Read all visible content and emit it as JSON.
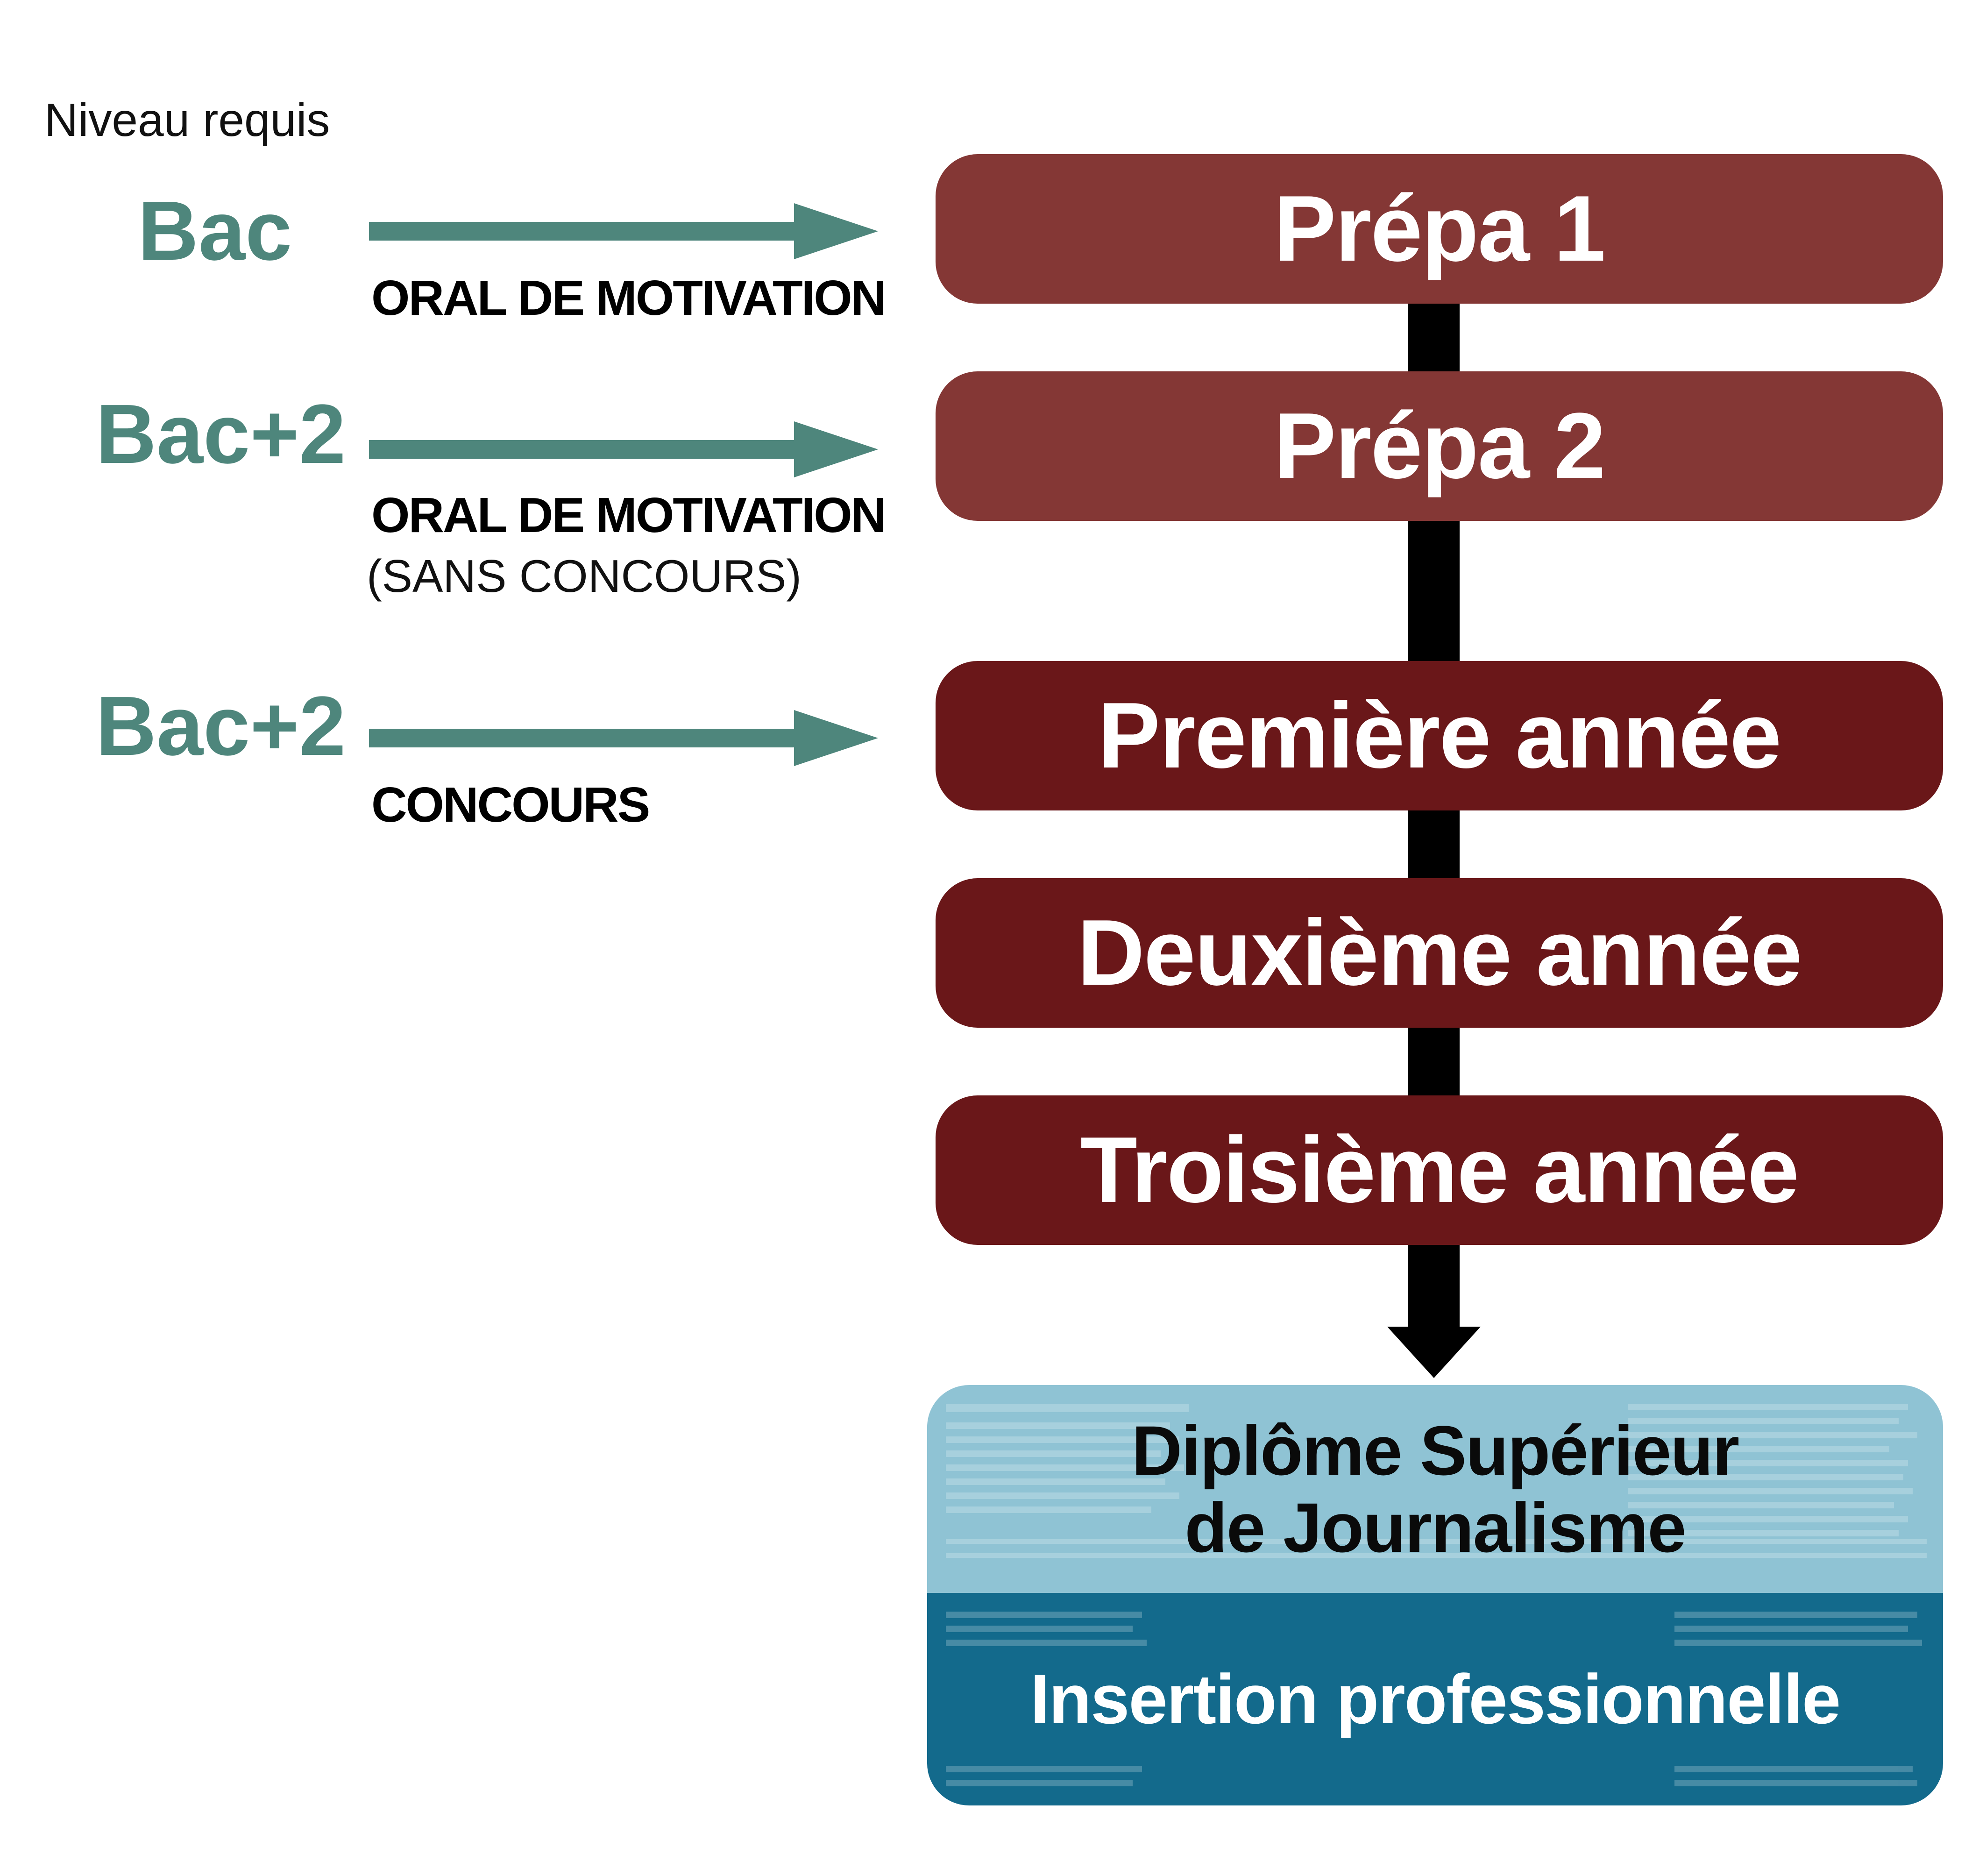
{
  "colors": {
    "teal": "#4e867c",
    "prepa": "#843735",
    "year": "#6a1719",
    "diploma_bg": "#8fc3d4",
    "insertion_bg": "#136a8c",
    "connector": "#000000"
  },
  "header": {
    "level_label": "Niveau requis"
  },
  "entries": [
    {
      "level": "Bac",
      "method": "ORAL DE MOTIVATION",
      "note": ""
    },
    {
      "level": "Bac+2",
      "method": "ORAL DE MOTIVATION",
      "note": "(SANS CONCOURS)"
    },
    {
      "level": "Bac+2",
      "method": "CONCOURS",
      "note": ""
    }
  ],
  "steps": [
    {
      "label": "Prépa 1",
      "kind": "prepa"
    },
    {
      "label": "Prépa 2",
      "kind": "prepa"
    },
    {
      "label": "Première année",
      "kind": "year"
    },
    {
      "label": "Deuxième année",
      "kind": "year"
    },
    {
      "label": "Troisième année",
      "kind": "year"
    }
  ],
  "outcomes": {
    "diploma_line1": "Diplôme Supérieur",
    "diploma_line2": "de Journalisme",
    "insertion": "Insertion professionnelle"
  }
}
